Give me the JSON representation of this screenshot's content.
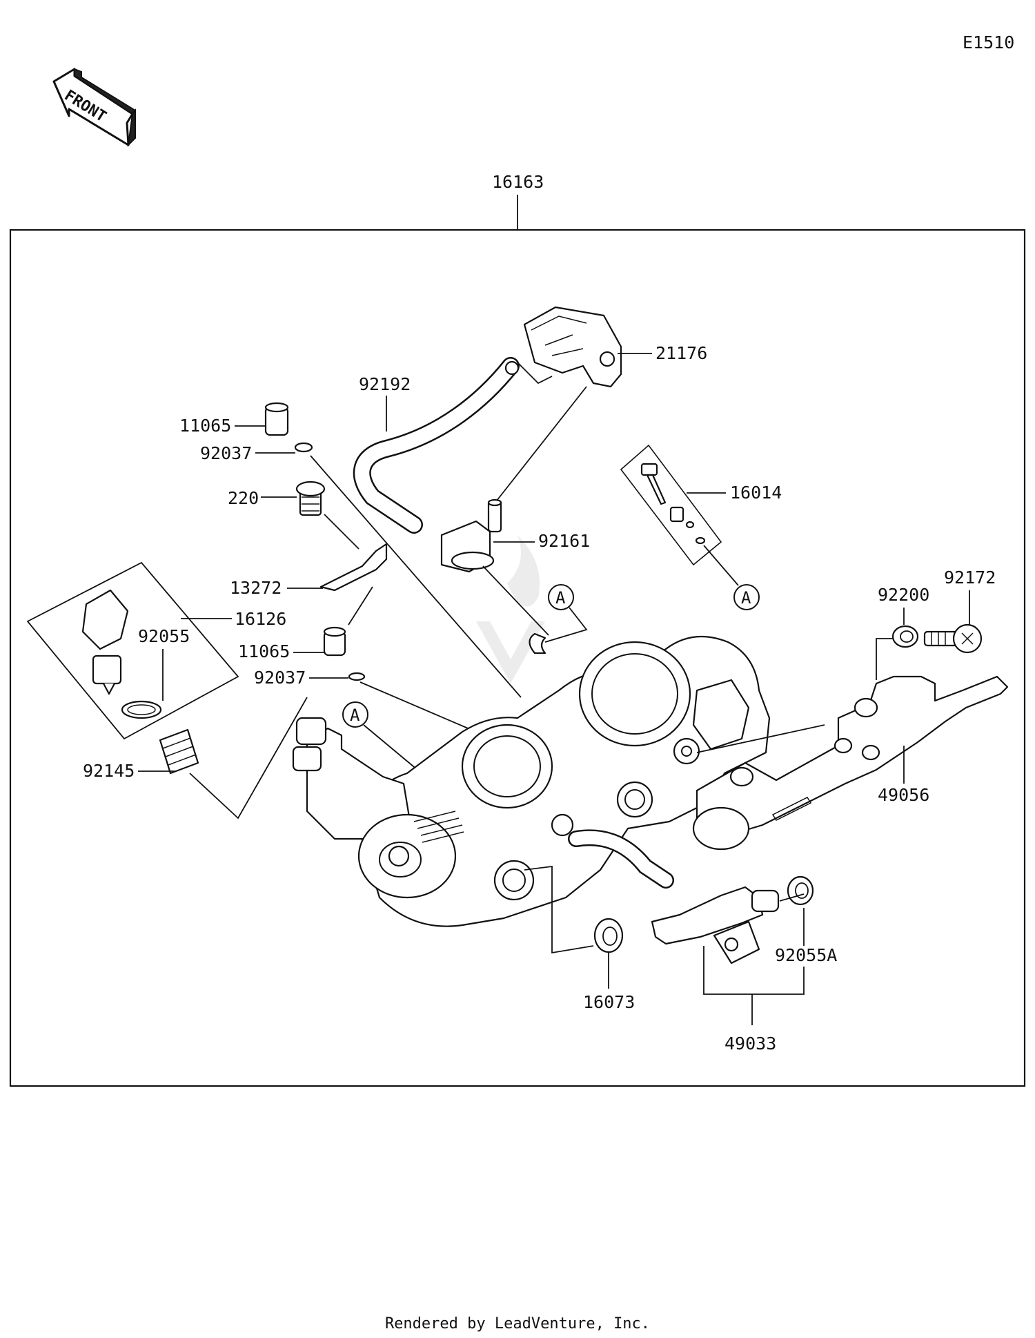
{
  "diagram_code": "E1510",
  "front_arrow_text": "FRONT",
  "assembly_label": "16163",
  "parts": {
    "p21176": "21176",
    "p92192": "92192",
    "p11065_top": "11065",
    "p92037_top": "92037",
    "p220": "220",
    "p16014": "16014",
    "p92161": "92161",
    "p13272": "13272",
    "p16126": "16126",
    "p92055": "92055",
    "p11065_mid": "11065",
    "p92037_mid": "92037",
    "p92145": "92145",
    "p92200": "92200",
    "p92172": "92172",
    "p49056": "49056",
    "p16073": "16073",
    "p92055A": "92055A",
    "p49033": "49033"
  },
  "reference_marks": [
    "A",
    "A",
    "A"
  ],
  "footer": "Rendered by LeadVenture, Inc."
}
